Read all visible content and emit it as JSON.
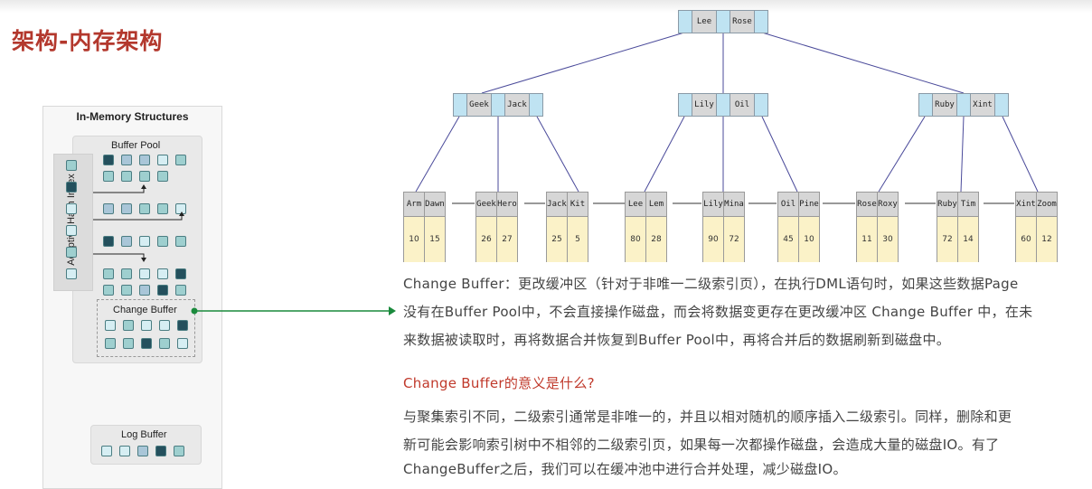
{
  "page": {
    "title": "架构-内存架构"
  },
  "diagram": {
    "panel_title": "In-Memory Structures",
    "buffer_pool_label": "Buffer Pool",
    "ahi_label": "Adaptive Hash Index",
    "change_buffer_label": "Change Buffer",
    "log_buffer_label": "Log Buffer"
  },
  "tree": {
    "root": [
      "Lee",
      "Rose"
    ],
    "internal": [
      [
        "Geek",
        "Jack"
      ],
      [
        "Lily",
        "Oil"
      ],
      [
        "Ruby",
        "Xint"
      ]
    ],
    "leaves": [
      {
        "keys": [
          "Arm",
          "Dawn"
        ],
        "vals": [
          "10",
          "15"
        ]
      },
      {
        "keys": [
          "Geek",
          "Hero"
        ],
        "vals": [
          "26",
          "27"
        ]
      },
      {
        "keys": [
          "Jack",
          "Kit"
        ],
        "vals": [
          "25",
          "5"
        ]
      },
      {
        "keys": [
          "Lee",
          "Lem"
        ],
        "vals": [
          "80",
          "28"
        ]
      },
      {
        "keys": [
          "Lily",
          "Mina"
        ],
        "vals": [
          "90",
          "72"
        ]
      },
      {
        "keys": [
          "Oil",
          "Pine"
        ],
        "vals": [
          "45",
          "10"
        ]
      },
      {
        "keys": [
          "Rose",
          "Roxy"
        ],
        "vals": [
          "11",
          "30"
        ]
      },
      {
        "keys": [
          "Ruby",
          "Tim"
        ],
        "vals": [
          "72",
          "14"
        ]
      },
      {
        "keys": [
          "Xint",
          "Zoom"
        ],
        "vals": [
          "60",
          "12"
        ]
      }
    ]
  },
  "text": {
    "p1_line1": "Change Buffer：更改缓冲区（针对于非唯一二级索引页），在执行DML语句时，如果这些数据Page",
    "p1_line2": "没有在Buffer Pool中，不会直接操作磁盘，而会将数据变更存在更改缓冲区 Change Buffer 中，在未",
    "p1_line3": "来数据被读取时，再将数据合并恢复到Buffer Pool中，再将合并后的数据刷新到磁盘中。",
    "question": "Change Buffer的意义是什么?",
    "p2_line1": "与聚集索引不同，二级索引通常是非唯一的，并且以相对随机的顺序插入二级索引。同样，删除和更",
    "p2_line2": "新可能会影响索引树中不相邻的二级索引页，如果每一次都操作磁盘，会造成大量的磁盘IO。有了",
    "p2_line3": "ChangeBuffer之后，我们可以在缓冲池中进行合并处理，减少磁盘IO。"
  },
  "colors": {
    "title": "#b3382d",
    "arrow": "#1a8a3c",
    "tree_line": "#4a4a9a",
    "question": "#c0392b"
  }
}
